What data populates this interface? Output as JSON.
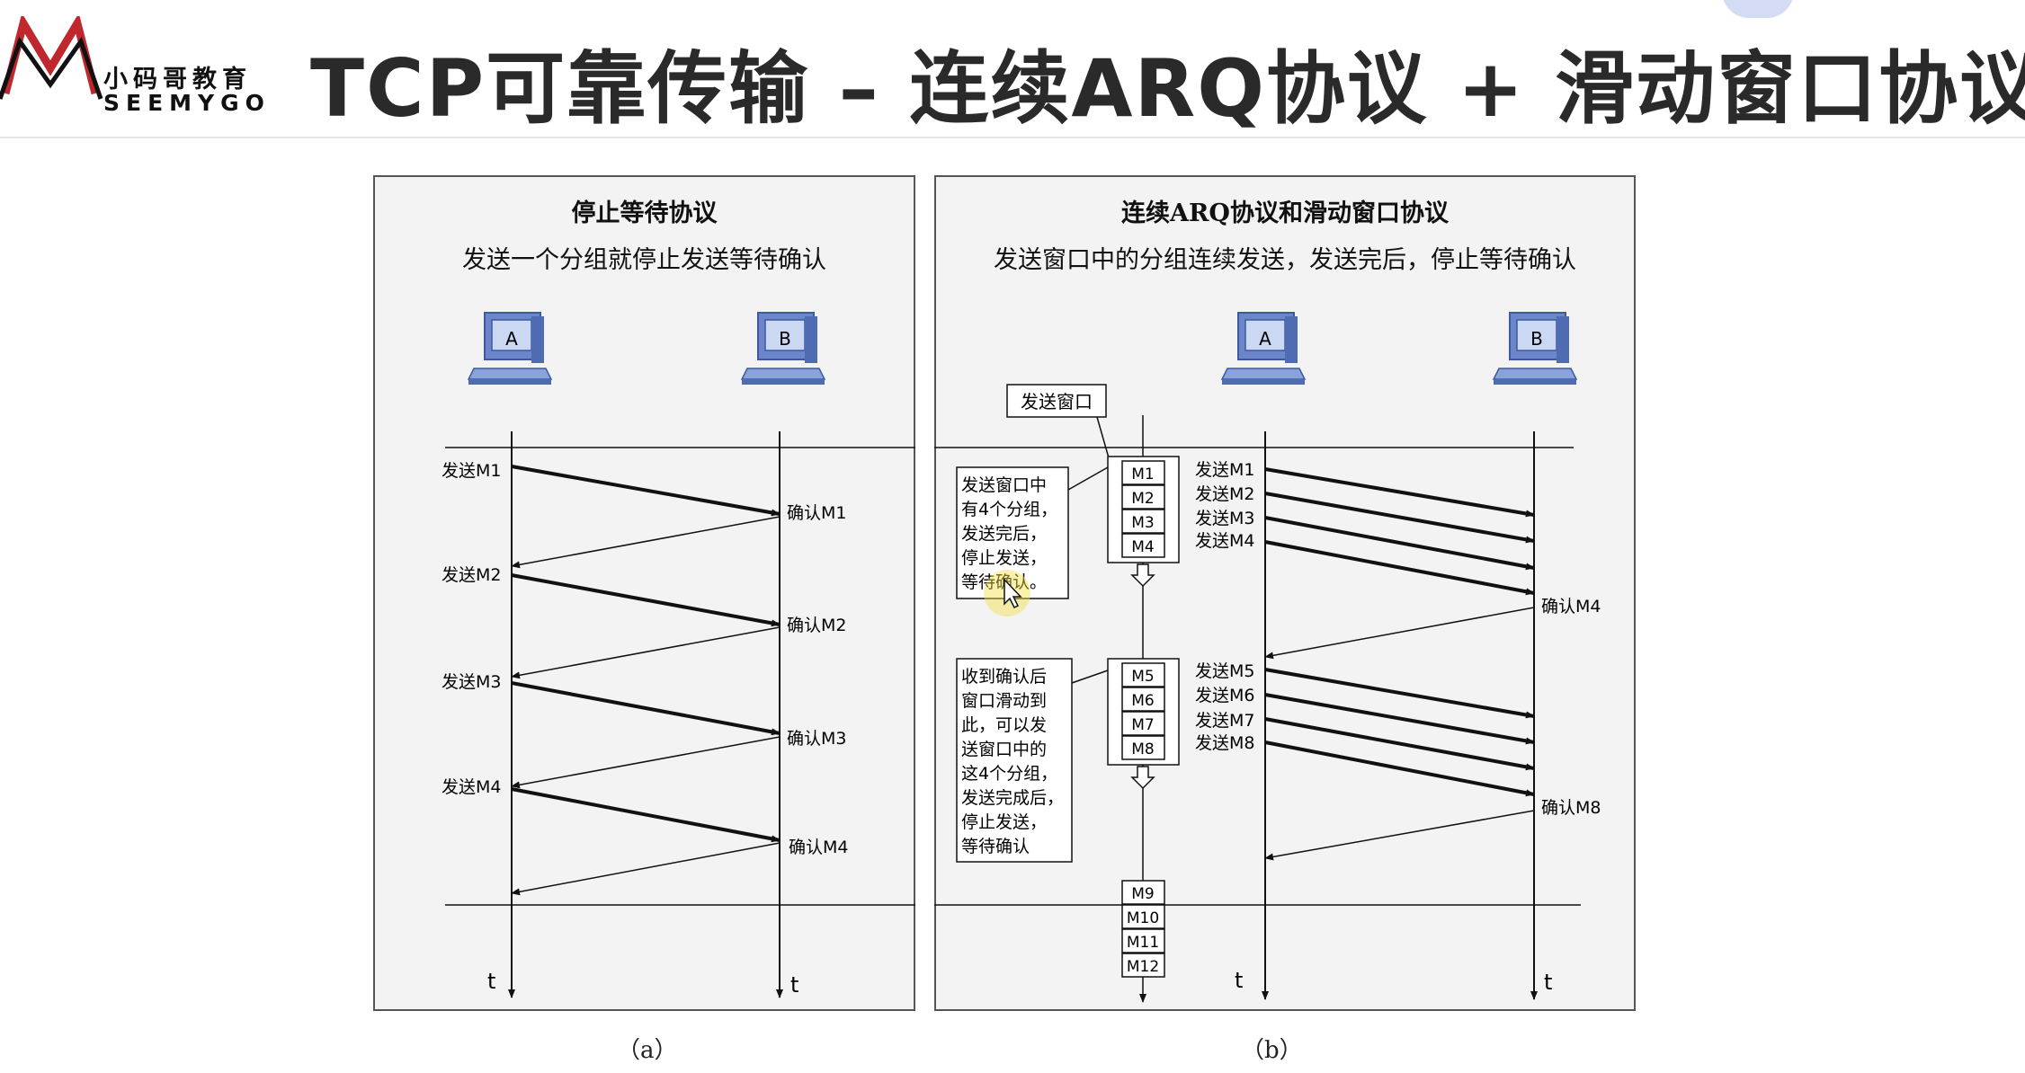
{
  "header": {
    "logo_cn": "小码哥教育",
    "logo_en": "SEEMYGO",
    "title": "TCP可靠传输 – 连续ARQ协议 + 滑动窗口协议",
    "brand_color": "#c0282d"
  },
  "panel_a": {
    "title": "停止等待协议",
    "subtitle": "发送一个分组就停止发送等待确认",
    "host_a": "A",
    "host_b": "B",
    "send_labels": [
      "发送M1",
      "发送M2",
      "发送M3",
      "发送M4"
    ],
    "ack_labels": [
      "确认M1",
      "确认M2",
      "确认M3",
      "确认M4"
    ],
    "time_label_left": "t",
    "time_label_right": "t",
    "caption": "（a）"
  },
  "panel_b": {
    "title": "连续ARQ协议和滑动窗口协议",
    "subtitle": "发送窗口中的分组连续发送，发送完后，停止等待确认",
    "host_a": "A",
    "host_b": "B",
    "window_label": "发送窗口",
    "note1_lines": [
      "发送窗口中",
      "有4个分组，",
      "发送完后，",
      "停止发送，",
      "等待确认。"
    ],
    "note2_lines": [
      "收到确认后",
      "窗口滑动到",
      "此，可以发",
      "送窗口中的",
      "这4个分组，",
      "发送完成后，",
      "停止发送，",
      "等待确认"
    ],
    "window1": [
      "M1",
      "M2",
      "M3",
      "M4"
    ],
    "window2": [
      "M5",
      "M6",
      "M7",
      "M8"
    ],
    "window3": [
      "M9",
      "M10",
      "M11",
      "M12"
    ],
    "send_labels_1": [
      "发送M1",
      "发送M2",
      "发送M3",
      "发送M4"
    ],
    "ack_1": "确认M4",
    "send_labels_2": [
      "发送M5",
      "发送M6",
      "发送M7",
      "发送M8"
    ],
    "ack_2": "确认M8",
    "time_label_left": "t",
    "time_label_right": "t",
    "caption": "（b）"
  }
}
